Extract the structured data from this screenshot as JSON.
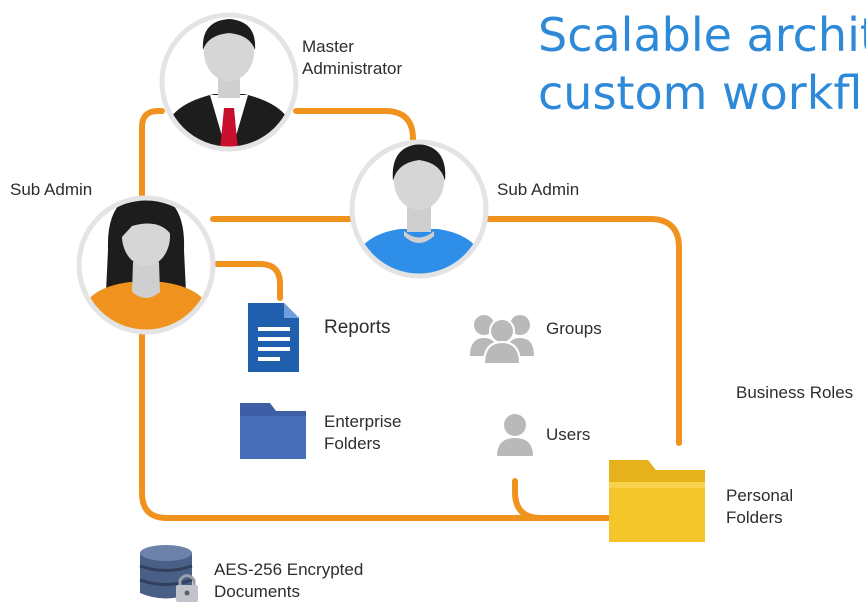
{
  "heading": {
    "line1": "Scalable archit",
    "line2": "custom workfl"
  },
  "roles": {
    "master": {
      "line1": "Master",
      "line2": "Administrator"
    },
    "sub_admin_left": "Sub Admin",
    "sub_admin_right": "Sub Admin"
  },
  "items": {
    "reports": "Reports",
    "groups": "Groups",
    "enterprise_folders": {
      "line1": "Enterprise",
      "line2": "Folders"
    },
    "users": "Users",
    "business_roles": "Business Roles",
    "personal_folders": {
      "line1": "Personal",
      "line2": "Folders"
    },
    "encrypted_documents": {
      "line1": "AES-256 Encrypted",
      "line2": "Documents"
    }
  },
  "colors": {
    "connector": "#f0921e",
    "heading": "#2e8ad8",
    "master_shirt": "#1d1d1d",
    "master_tie": "#c8102e",
    "sub_admin_left_shirt": "#f0921e",
    "sub_admin_right_shirt": "#2f8fe8",
    "report_icon": "#1f5fad",
    "enterprise_folder_icon": "#4a6fba",
    "personal_folder_icon": "#f5c62a",
    "people_icon": "#b9b9b9",
    "database_icon": "#2f3f5c"
  },
  "icons": [
    "master-admin-avatar",
    "sub-admin-female-avatar",
    "sub-admin-male-avatar",
    "report-document-icon",
    "groups-icon",
    "folder-icon",
    "user-icon",
    "personal-folder-icon",
    "encrypted-database-icon",
    "lock-icon"
  ]
}
